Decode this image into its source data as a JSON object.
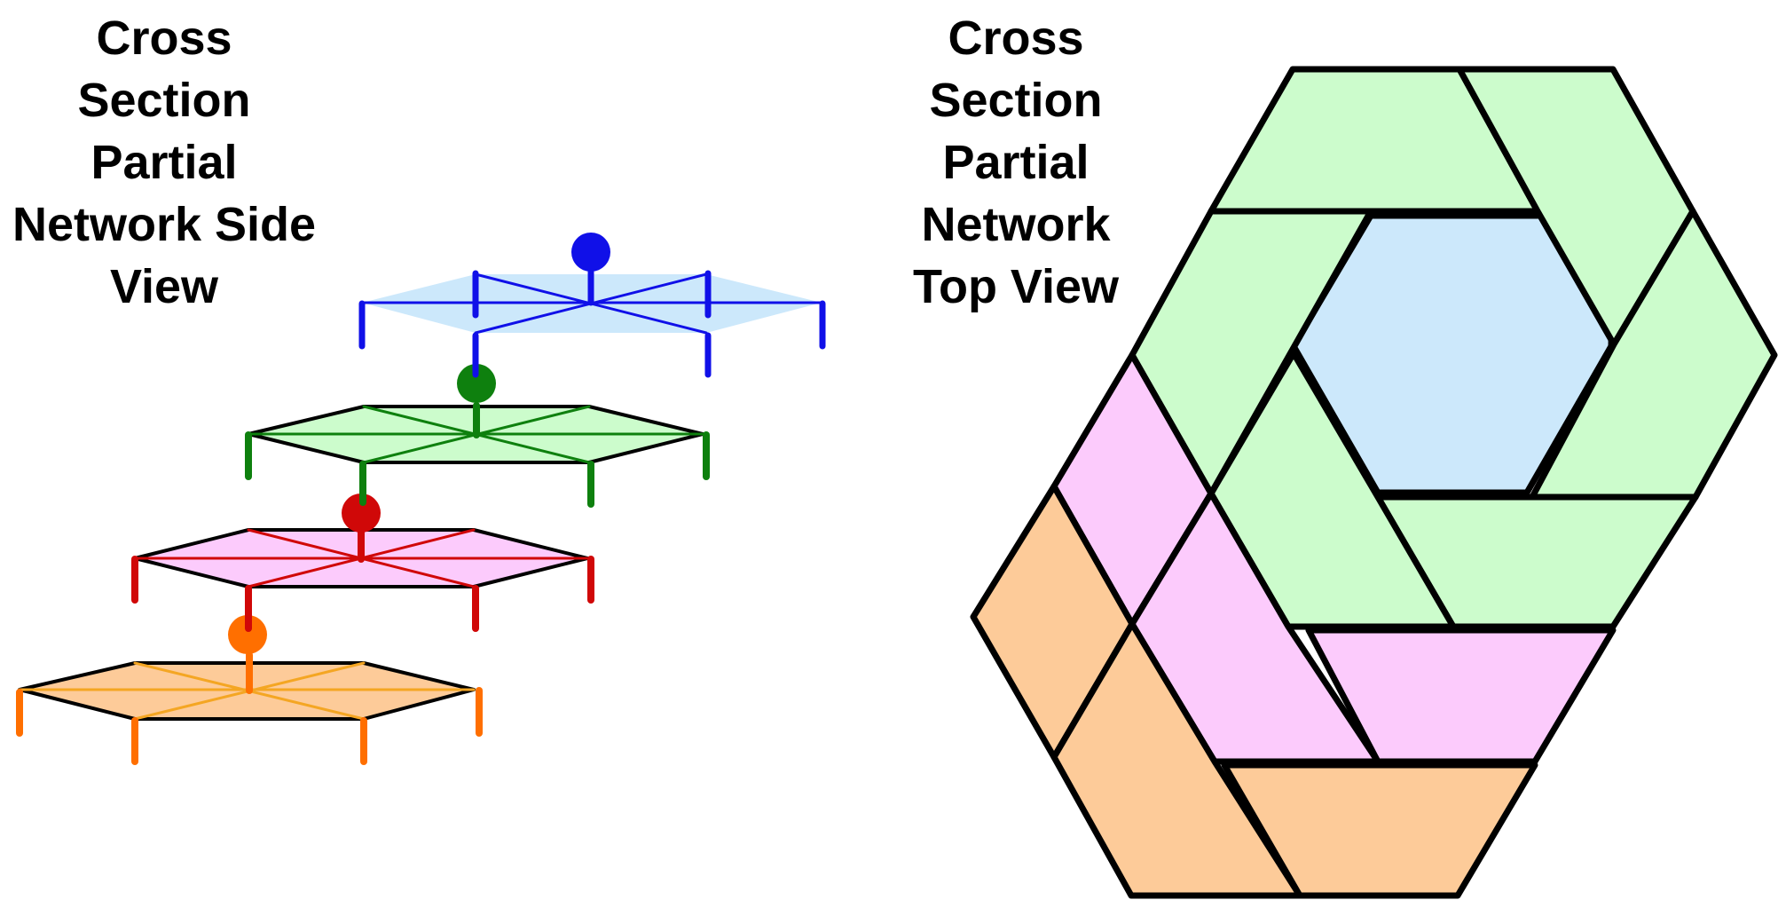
{
  "side_view": {
    "title_lines": [
      "Cross",
      "Section",
      "Partial",
      "Network Side",
      "View"
    ]
  },
  "top_view": {
    "title_lines": [
      "Cross",
      "Section",
      "Partial",
      "Network",
      "Top View"
    ]
  },
  "colors": {
    "blue": "#1010e8",
    "blue_fill": "#cce8fb",
    "green": "#0e800e",
    "green_fill": "#ccfccc",
    "red": "#d00808",
    "red_fill": "#fccbfc",
    "orange": "#ff6f00",
    "orange_line": "#f4a623",
    "orange_fill": "#fdcb99",
    "outline": "#000000"
  }
}
